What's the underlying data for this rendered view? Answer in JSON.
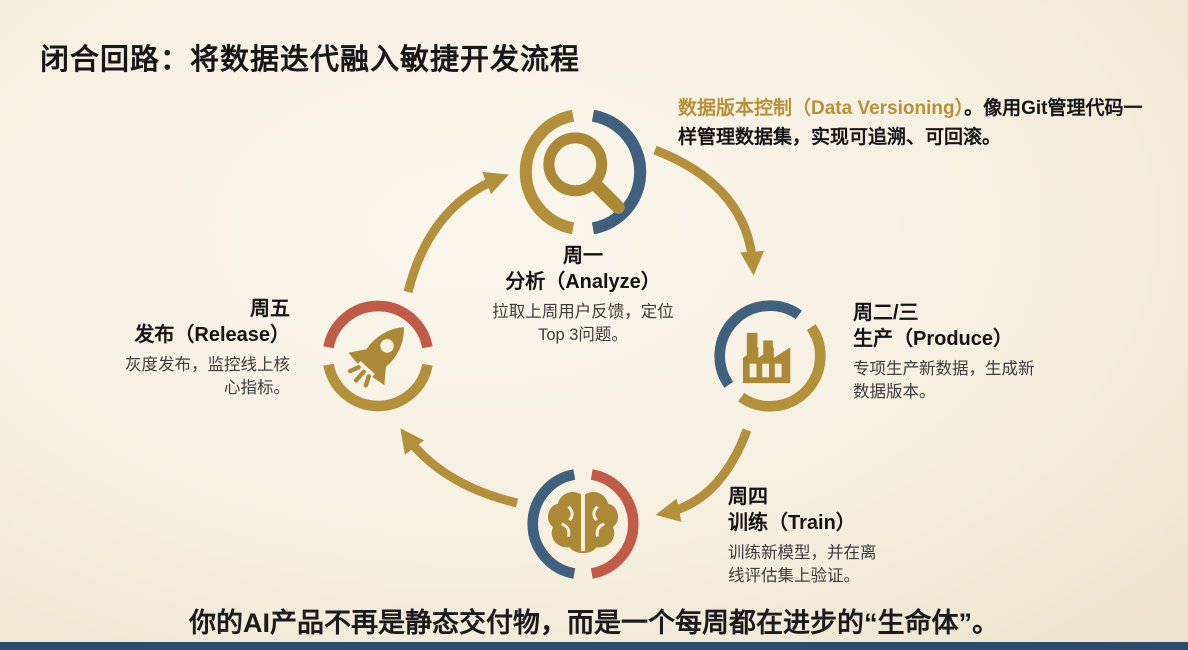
{
  "palette": {
    "gold": "#b3913c",
    "icon_gold": "#ab8937",
    "navy": "#41607e",
    "red": "#c05a49",
    "background_cream": "#f6f0e1",
    "text_dark": "#1c1c1c",
    "footer_bar_navy": "#2e4d6b"
  },
  "header": {
    "title": "闭合回路：将数据迭代融入敏捷开发流程"
  },
  "annotation": {
    "highlight": "数据版本控制（Data Versioning）",
    "body": "。像用Git管理代码一样管理数据集，实现可追溯、可回滚。"
  },
  "nodes": [
    {
      "id": "analyze",
      "day": "周一",
      "phase": "分析（Analyze）",
      "desc": "拉取上周用户反馈，定位Top 3问题。",
      "icon": "search-icon"
    },
    {
      "id": "produce",
      "day": "周二/三",
      "phase": "生产（Produce）",
      "desc": "专项生产新数据，生成新数据版本。",
      "icon": "factory-icon"
    },
    {
      "id": "train",
      "day": "周四",
      "phase": "训练（Train）",
      "desc": "训练新模型，并在离线评估集上验证。",
      "icon": "brain-icon"
    },
    {
      "id": "release",
      "day": "周五",
      "phase": "发布（Release）",
      "desc": "灰度发布，监控线上核心指标。",
      "icon": "rocket-icon"
    }
  ],
  "footer": {
    "text": "你的AI产品不再是静态交付物，而是一个每周都在进步的“生命体”。"
  }
}
